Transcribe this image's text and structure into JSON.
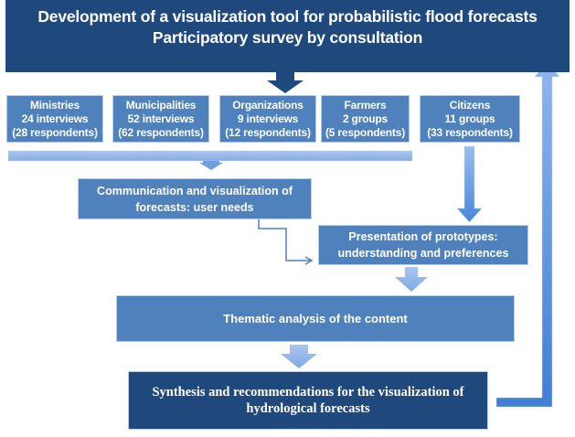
{
  "title": {
    "line1": "Development of a visualization tool for probabilistic flood forecasts",
    "line2": "Participatory survey by consultation"
  },
  "groups": [
    {
      "name": "Ministries",
      "count": "24 interviews",
      "respondents": "(28 respondents)"
    },
    {
      "name": "Municipalities",
      "count": "52 interviews",
      "respondents": "(62 respondents)"
    },
    {
      "name": "Organizations",
      "count": "9 interviews",
      "respondents": "(12 respondents)"
    },
    {
      "name": "Farmers",
      "count": "2 groups",
      "respondents": "(5 respondents)"
    },
    {
      "name": "Citizens",
      "count": "11 groups",
      "respondents": "(33 respondents)"
    }
  ],
  "steps": {
    "needs": {
      "line1": "Communication and visualization of",
      "line2": "forecasts: user needs"
    },
    "prototypes": {
      "line1": "Presentation of prototypes:",
      "line2": "understanding and preferences"
    },
    "thematic": "Thematic analysis of the content",
    "synthesis": {
      "line1": "Synthesis and recommendations for the visualization of",
      "line2": "hydrological forecasts"
    }
  },
  "colors": {
    "dark_blue": "#1f497d",
    "mid_blue": "#4f81bd",
    "light_blue_arrow": "#8db3e2",
    "bright_blue_arrow": "#4a86d8"
  }
}
